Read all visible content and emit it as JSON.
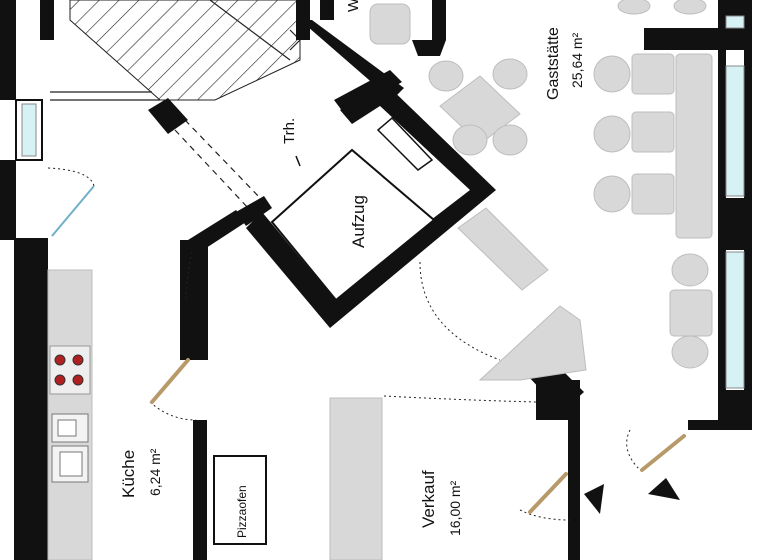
{
  "rooms": {
    "gaststaette": {
      "name": "Gaststätte",
      "area": "25,64 m²"
    },
    "kueche": {
      "name": "Küche",
      "area": "6,24 m²"
    },
    "verkauf": {
      "name": "Verkauf",
      "area": "16,00 m²"
    }
  },
  "labels": {
    "aufzug": "Aufzug",
    "treppenhaus": "Trh.",
    "pizzaofen": "Pizzaofen",
    "wc": "W"
  },
  "colors": {
    "wall": "#111111",
    "furniture": "#d8d8d8",
    "window_glass": "#d6f2f4",
    "door_leaf": "#b89a6a"
  },
  "icons": [
    "entrance-arrow-icon",
    "entrance-arrow-icon",
    "stove-icon",
    "sink-icon"
  ]
}
